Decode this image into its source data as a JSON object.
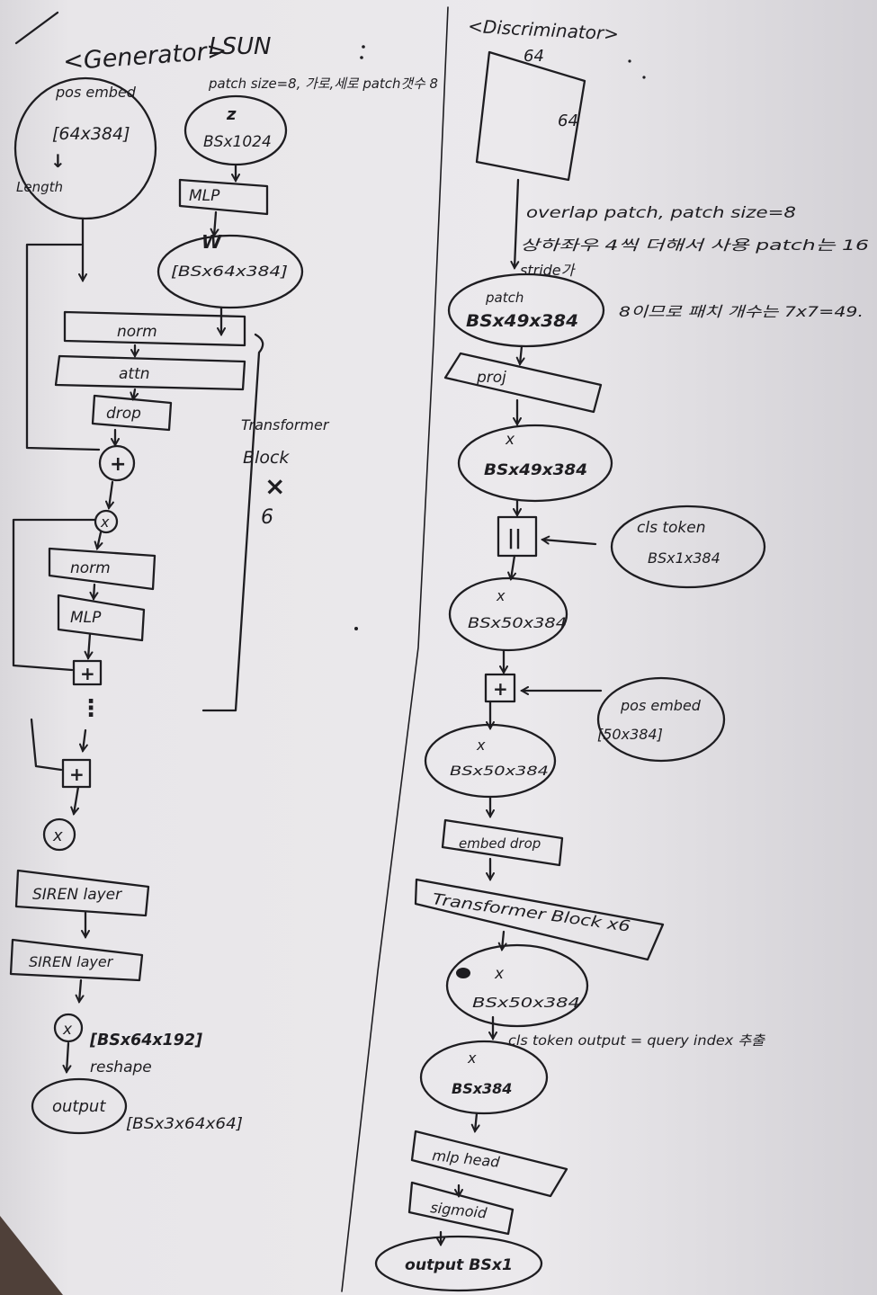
{
  "colors": {
    "paper": "#e8e6e9",
    "paper_shadow": "#cfcdd2",
    "ink": "#1e1d21",
    "table": "#4f4039"
  },
  "generator": {
    "title": "<Generator>",
    "dataset": "LSUN",
    "note": "patch size=8, 가로,세로 patch갯수 8",
    "pos_embed": {
      "label": "pos embed",
      "shape": "[64x384]",
      "arrow": "↓",
      "caption": "Length"
    },
    "z": {
      "label": "z",
      "shape": "BSx1024"
    },
    "mlp": "MLP",
    "w": "W",
    "w_shape": "[BSx64x384]",
    "norm_1": "norm",
    "attn": "attn",
    "drop": "drop",
    "add_1": "+",
    "mul_1": "x",
    "norm_2": "norm",
    "mlp_2": "MLP",
    "add_2": "+",
    "ellipsis": "⋮",
    "add_3": "+",
    "mul_2": "x",
    "siren_1": "SIREN layer",
    "siren_2": "SIREN layer",
    "mul_3": "x",
    "mul_3_shape": "[BSx64x192]",
    "reshape": "reshape",
    "output": "output",
    "output_shape": "[BSx3x64x64]",
    "block_note": {
      "line1": "Transformer",
      "line2": "Block",
      "times": "×",
      "count": "6"
    }
  },
  "discriminator": {
    "title": "<Discriminator>",
    "image_width": "64",
    "image_height": "64",
    "note_1": "overlap patch, patch size=8",
    "note_2": "상하좌우 4씩 더해서 사용 patch는 16",
    "note_3a": "stride가",
    "note_3b": "8이므로 패치 개수는 7x7=49.",
    "patch": {
      "label": "patch",
      "shape": "BSx49x384"
    },
    "proj": "proj",
    "x_1": {
      "label": "x",
      "shape": "BSx49x384"
    },
    "concat": "||",
    "cls_token": {
      "label": "cls token",
      "shape": "BSx1x384"
    },
    "x_2": {
      "label": "x",
      "shape": "BSx50x384"
    },
    "add": "+",
    "pos_embed": {
      "label": "pos embed",
      "shape": "[50x384]"
    },
    "x_3": {
      "label": "x",
      "shape": "BSx50x384"
    },
    "embed_drop": "embed drop",
    "transformer": "Transformer Block x6",
    "x_4": {
      "label": "x",
      "shape": "BSx50x384"
    },
    "cls_note": "cls token output = query index 추출",
    "x_5": {
      "label": "x",
      "shape": "BSx384"
    },
    "mlp_head": "mlp head",
    "sigmoid": "sigmoid",
    "output": "output BSx1"
  }
}
